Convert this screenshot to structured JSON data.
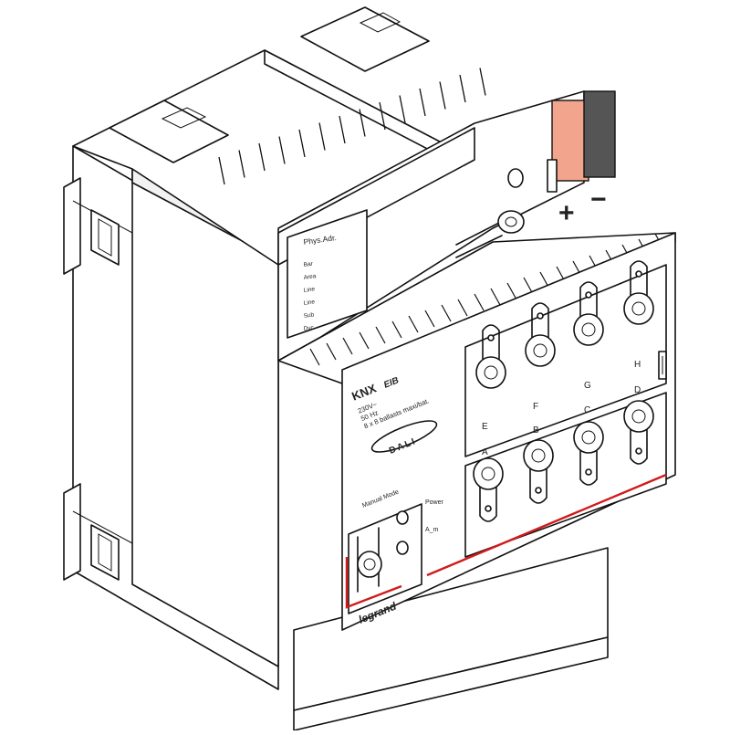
{
  "label_panel": {
    "title": "Phys.Adr.",
    "rows": [
      "Bar",
      "Area",
      "Line",
      "Line",
      "Sub",
      "Dvc"
    ]
  },
  "front_panel": {
    "brand_logo": "KNX",
    "brand_logo_suffix": "EIB",
    "spec_line_1": "230V~",
    "spec_line_2": "50 Hz",
    "spec_line_3": "8 x 8 ballasts maxi/bat.",
    "dali_logo": "DALI",
    "manual_mode_label": "Manual Mode",
    "power_label": "Power",
    "bus_label": "A_m",
    "channel_labels_top": [
      "E",
      "F",
      "G",
      "H"
    ],
    "channel_labels_bottom": [
      "A",
      "B",
      "C",
      "D"
    ],
    "manufacturer": "legrand"
  },
  "terminals": {
    "plus_label": "+",
    "minus_label": "−",
    "plus_color": "#f2a58c",
    "minus_color": "#555555"
  },
  "accent_line_color": "#d11a1a"
}
